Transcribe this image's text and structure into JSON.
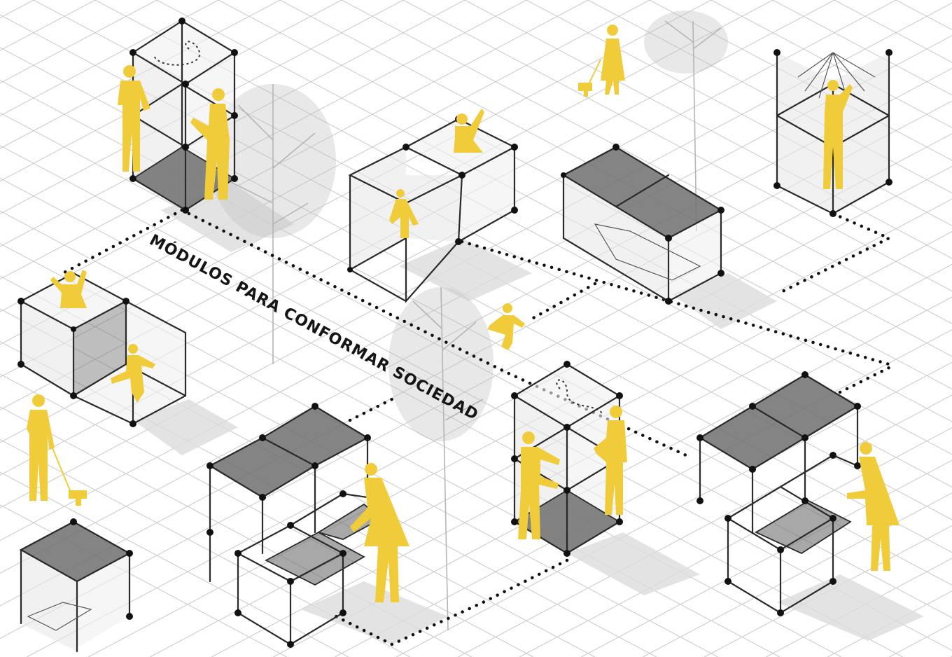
{
  "diagram": {
    "caption": "MÓDULOS PARA CONFORMAR SOCIEDAD",
    "colors": {
      "background": "#ffffff",
      "grid": "#c9c9c9",
      "frame": "#2a2a2a",
      "figures": "#f1cc3a",
      "slab_dark": "#6e6e6e",
      "slab_light": "#d9d9d9",
      "ground_shadow": "#dcdcdc",
      "trees": "#b5b5b5"
    },
    "elements": {
      "modules": [
        "double-height-module",
        "single-cube-module",
        "bench-module",
        "shelter-module",
        "twin-cube-module",
        "stepped-table-module",
        "double-height-module-center",
        "stepped-table-module-right",
        "bench-module-corner"
      ],
      "figures": [
        "standing-person",
        "dog-walker",
        "child",
        "seated-person",
        "vendor"
      ],
      "icons": [
        "tree-icon",
        "dog-icon"
      ]
    }
  }
}
